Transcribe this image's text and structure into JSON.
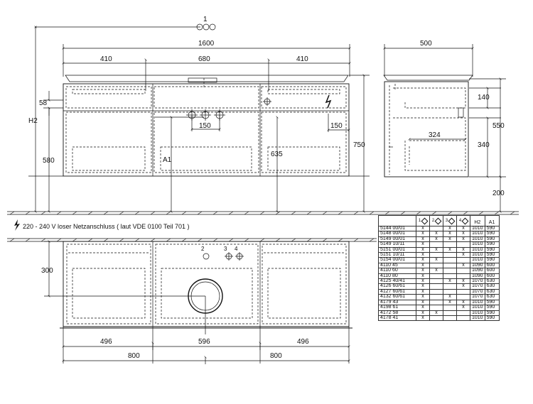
{
  "dimensions": {
    "top_callout": "1",
    "width_total": "1600",
    "width_left": "410",
    "width_mid": "680",
    "width_right": "410",
    "h2_label": "H2",
    "d58": "58",
    "d580": "580",
    "d150_left": "150",
    "d150_right": "150",
    "a1_label": "A1",
    "d635": "635",
    "d750": "750",
    "side_width": "500",
    "side_140": "140",
    "side_324": "324",
    "side_340": "340",
    "side_550": "550",
    "side_200": "200",
    "plan_300": "300",
    "plan_2": "2",
    "plan_3": "3",
    "plan_4": "4",
    "plan_496_left": "496",
    "plan_596": "596",
    "plan_496_right": "496",
    "plan_800_left": "800",
    "plan_800_right": "800"
  },
  "note": "220 - 240 V loser Netzanschluss ( laut VDE 0100 Teil 701 )",
  "table": {
    "headers": [
      "1",
      "2",
      "3",
      "4",
      "H2",
      "A1"
    ],
    "rows": [
      [
        "5144  00/01",
        "x",
        "",
        "x",
        "x",
        "1010",
        "590"
      ],
      [
        "5148  00/01",
        "x",
        "x",
        "x",
        "x",
        "1010",
        "590"
      ],
      [
        "5149  00/01",
        "x",
        "x",
        "x",
        "x",
        "1010",
        "590"
      ],
      [
        "5149  10/11",
        "x",
        "",
        "",
        "",
        "1010",
        "590"
      ],
      [
        "5151  00/01",
        "x",
        "x",
        "x",
        "x",
        "1010",
        "590"
      ],
      [
        "5151  10/11",
        "x",
        "",
        "",
        "x",
        "1010",
        "590"
      ],
      [
        "5154  00/01",
        "x",
        "x",
        "",
        "",
        "1010",
        "590"
      ],
      [
        "4110  45",
        "x",
        "",
        "",
        "x",
        "1090",
        "600"
      ],
      [
        "4110  60",
        "x",
        "x",
        "",
        "",
        "1090",
        "600"
      ],
      [
        "4110  80",
        "x",
        "",
        "",
        "",
        "1090",
        "600"
      ],
      [
        "4125  40/41",
        "x",
        "",
        "x",
        "x",
        "1070",
        "630"
      ],
      [
        "4126  60/61",
        "x",
        "",
        "",
        "x",
        "1070",
        "630"
      ],
      [
        "4127  60/61",
        "x",
        "",
        "",
        "",
        "1070",
        "630"
      ],
      [
        "4132  60/61",
        "x",
        "",
        "x",
        "",
        "1070",
        "630"
      ],
      [
        "4179  43",
        "x",
        "",
        "x",
        "x",
        "1010",
        "590"
      ],
      [
        "4198  61",
        "x",
        "",
        "",
        "x",
        "1010",
        "590"
      ],
      [
        "4172  58",
        "x",
        "x",
        "",
        "",
        "1010",
        "590"
      ],
      [
        "4178  41",
        "x",
        "",
        "",
        "",
        "1010",
        "590"
      ]
    ]
  }
}
